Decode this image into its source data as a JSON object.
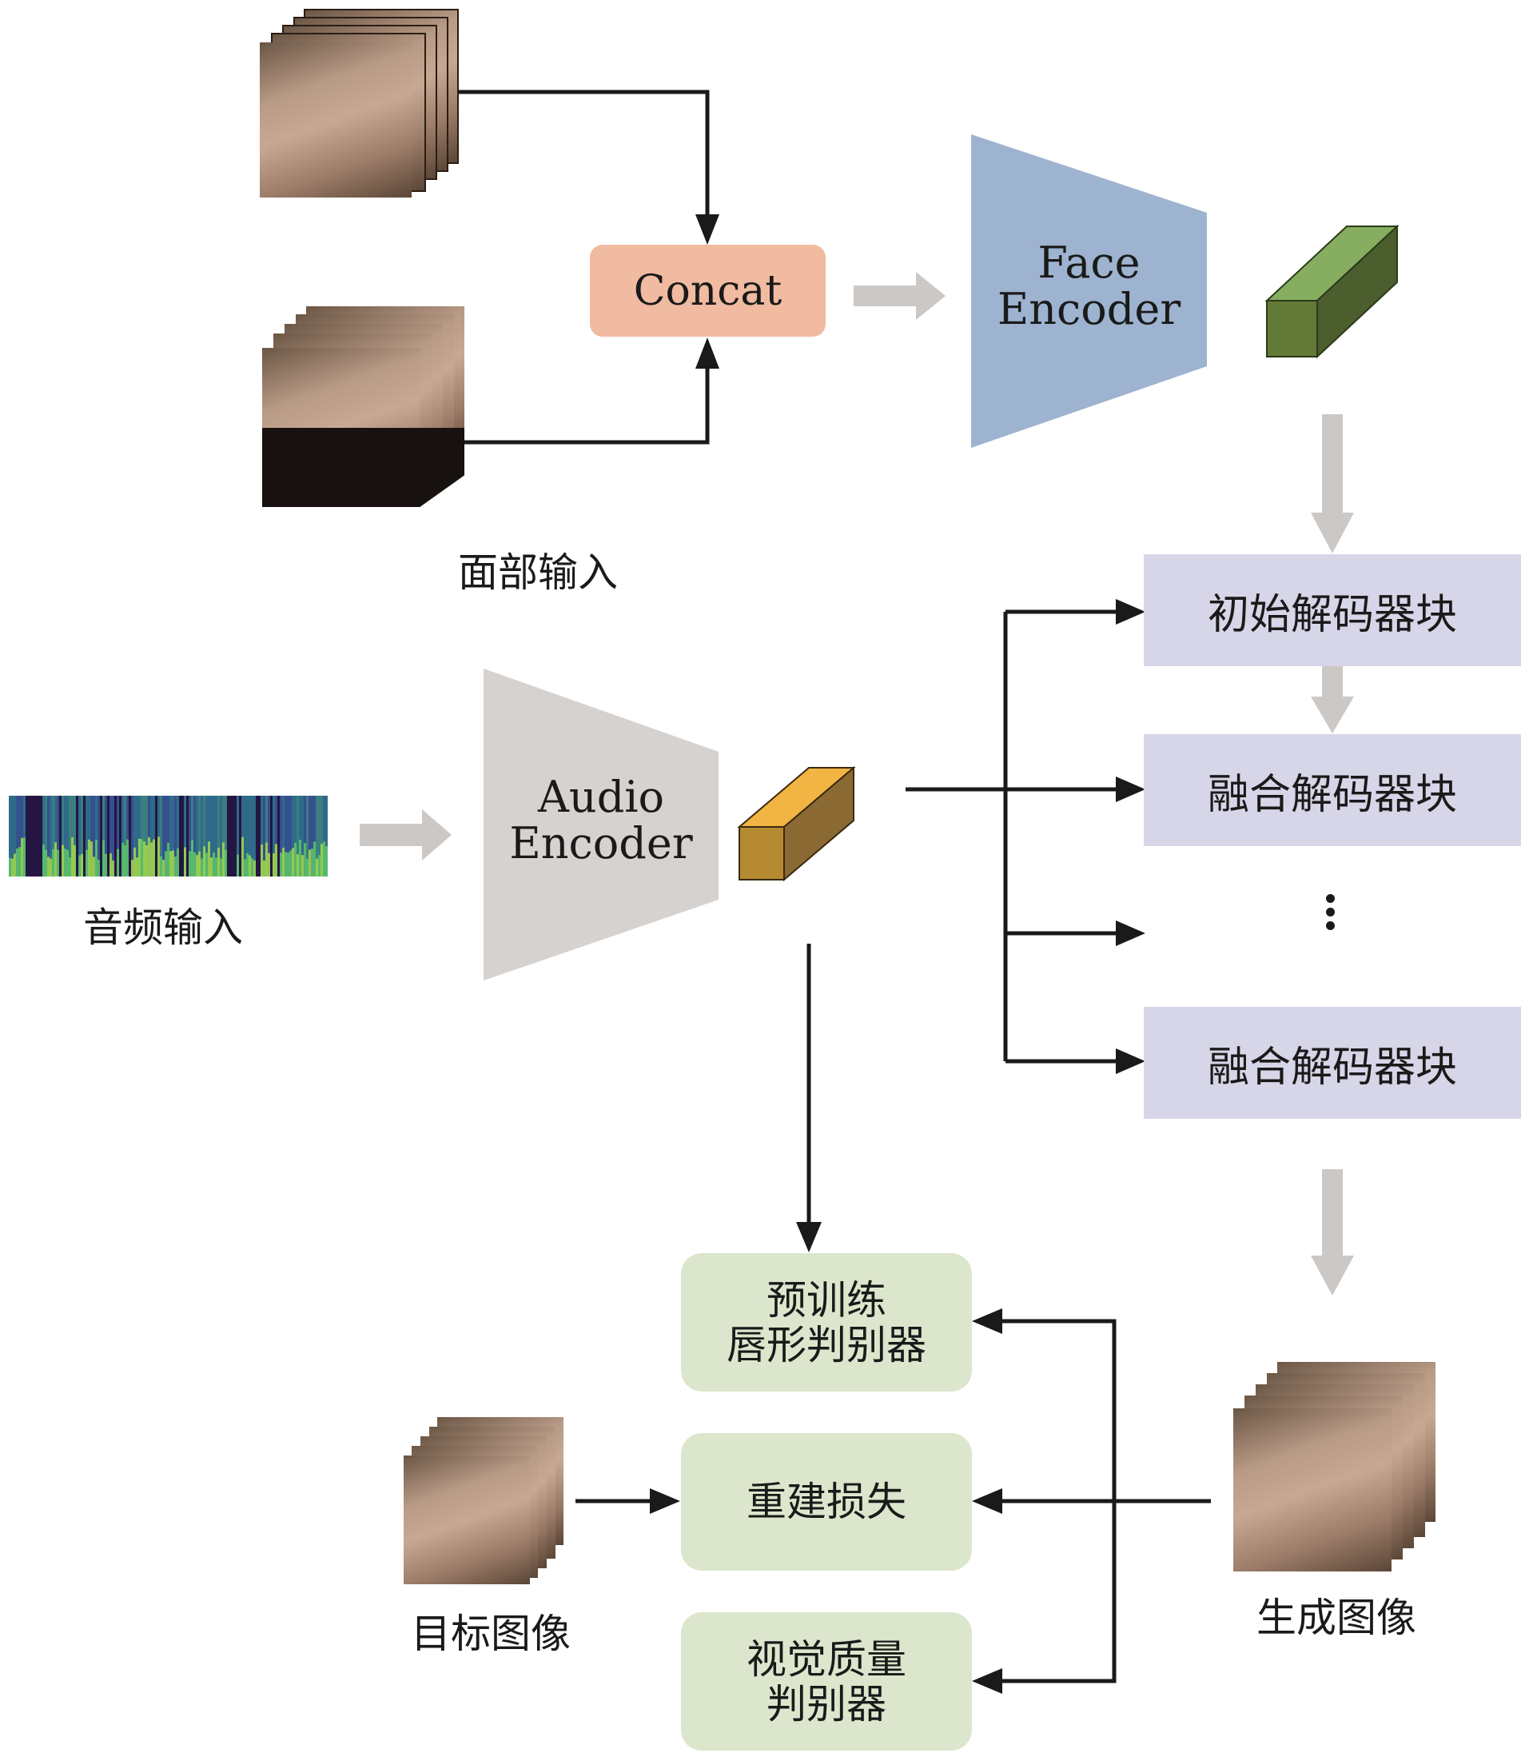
{
  "figure": {
    "face_input": {
      "caption": "面部输入",
      "frames": [
        "reference-face-frames",
        "masked-face-frames"
      ]
    },
    "concat": {
      "label": "Concat"
    },
    "face_encoder": {
      "line1": "Face",
      "line2": "Encoder"
    },
    "face_embedding": {
      "color": "#6f9a4a"
    },
    "audio_input": {
      "caption": "音频输入"
    },
    "audio_encoder": {
      "line1": "Audio",
      "line2": "Encoder"
    },
    "audio_embedding": {
      "color": "#f0b040"
    },
    "decoder": {
      "blocks": [
        {
          "label": "初始解码器块"
        },
        {
          "label": "融合解码器块"
        },
        {
          "label": "融合解码器块"
        }
      ],
      "ellipsis": "⋮"
    },
    "generated": {
      "caption": "生成图像"
    },
    "target": {
      "caption": "目标图像"
    },
    "losses": [
      {
        "line1": "预训练",
        "line2": "唇形判别器"
      },
      {
        "line1": "重建损失",
        "line2": ""
      },
      {
        "line1": "视觉质量",
        "line2": "判别器"
      }
    ],
    "colors": {
      "concat": "#f0bba0",
      "face_encoder": "#9db3cf",
      "audio_encoder": "#d6d2cf",
      "decoder_block": "#d6d6e8",
      "loss_block": "#dce6cc",
      "flow_arrow": "#ccc8c5",
      "connector": "#1a1a1a"
    }
  }
}
